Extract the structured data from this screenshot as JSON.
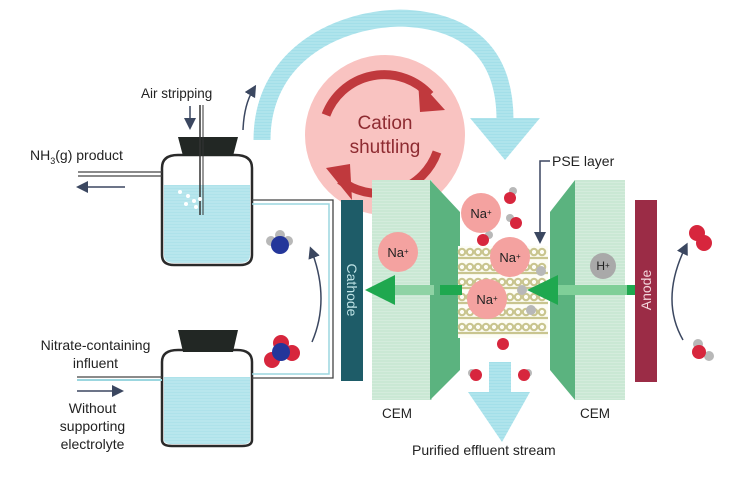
{
  "labels": {
    "air_stripping": "Air stripping",
    "nh3_product_prefix": "NH",
    "nh3_product_sub": "3",
    "nh3_product_suffix": "(g) product",
    "influent_line1": "Nitrate-containing",
    "influent_line2": "influent",
    "without_line1": "Without",
    "without_line2": "supporting",
    "without_line3": "electrolyte",
    "cation_line1": "Cation",
    "cation_line2": "shuttling",
    "pse_layer": "PSE layer",
    "cathode": "Cathode",
    "anode": "Anode",
    "cem_left": "CEM",
    "cem_right": "CEM",
    "purified": "Purified effluent stream"
  },
  "ions": {
    "na_symbol": "Na",
    "na_charge": "+",
    "h_symbol": "H",
    "h_charge": "+"
  },
  "colors": {
    "water": "#a8e0e8",
    "cap": "#222724",
    "cathode": "#1e5c68",
    "anode": "#9b2c46",
    "membrane_light": "#cfe9d8",
    "membrane_dark": "#5bb37f",
    "arrow_green": "#1fa84f",
    "cation_circle": "#f9c2c0",
    "cation_arrow": "#c0393d",
    "flow_arrow": "#a6e1ea",
    "pse_mesh": "#c9c58f",
    "na_ion": "#f4a2a0",
    "oxygen": "#d7263d",
    "nitrogen": "#24369a",
    "hydrogen": "#b8b8b8",
    "line_dark": "#3b4760"
  }
}
